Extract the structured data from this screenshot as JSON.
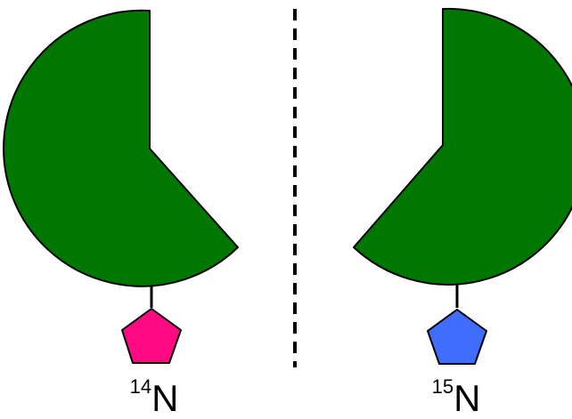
{
  "colors": {
    "body_fill": "#007700",
    "outline": "#000000",
    "tag_left": "#ff0a82",
    "tag_right": "#3f6eff",
    "divider": "#000000"
  },
  "labels": {
    "left": {
      "mass_number": "14",
      "element": "N"
    },
    "right": {
      "mass_number": "15",
      "element": "N"
    }
  }
}
